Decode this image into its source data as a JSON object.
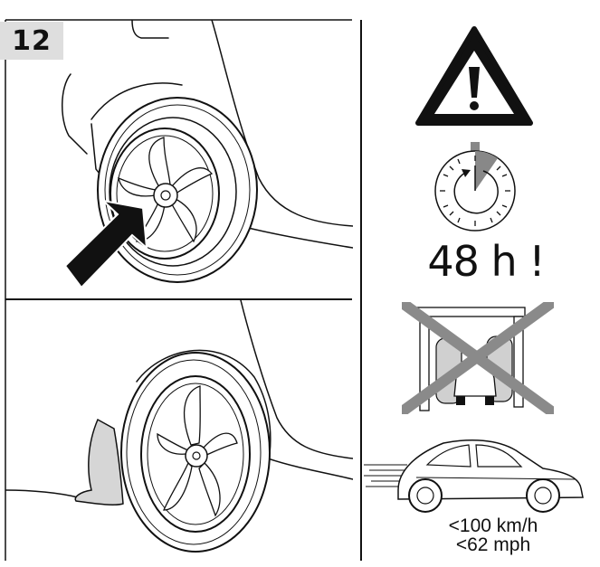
{
  "step": {
    "number": "12"
  },
  "curing": {
    "duration": "48 h !"
  },
  "speed_limit": {
    "kmh": "<100 km/h",
    "mph": "<62 mph"
  },
  "icons": {
    "warning": "warning-triangle-icon",
    "timer": "stopwatch-icon",
    "car_wash": "no-car-wash-icon",
    "speed": "moving-car-icon"
  },
  "colors": {
    "ink": "#111111",
    "badge": "#dedede",
    "cross": "#8a8a8a",
    "wash_gray": "#d6d6d6"
  }
}
